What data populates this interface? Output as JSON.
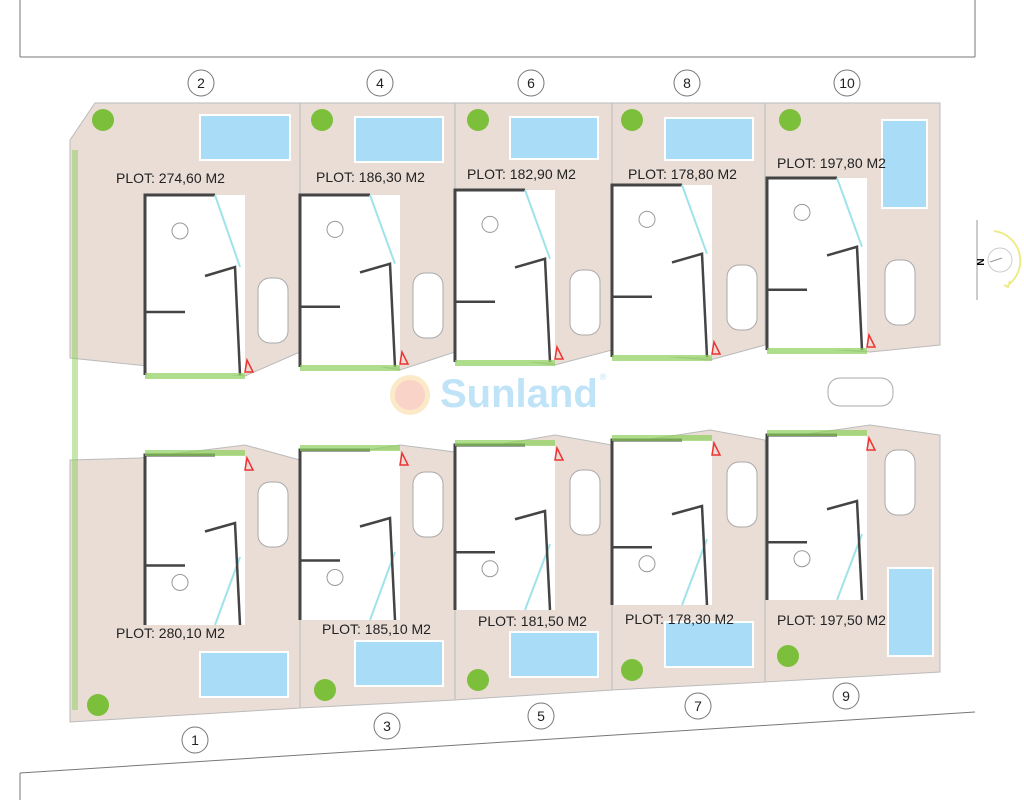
{
  "plots": [
    {
      "number": "2",
      "area": "PLOT: 274,60 M2"
    },
    {
      "number": "4",
      "area": "PLOT: 186,30 M2"
    },
    {
      "number": "6",
      "area": "PLOT: 182,90 M2"
    },
    {
      "number": "8",
      "area": "PLOT: 178,80 M2"
    },
    {
      "number": "10",
      "area": "PLOT: 197,80 M2"
    },
    {
      "number": "1",
      "area": "PLOT: 280,10 M2"
    },
    {
      "number": "3",
      "area": "PLOT: 185,10 M2"
    },
    {
      "number": "5",
      "area": "PLOT: 181,50 M2"
    },
    {
      "number": "7",
      "area": "PLOT: 178,30 M2"
    },
    {
      "number": "9",
      "area": "PLOT: 197,50 M2"
    }
  ],
  "north_label": "N",
  "logo": {
    "text": "Sunland",
    "reg": "®"
  },
  "colors": {
    "plot": "#e9ddd6",
    "pool": "#a8dcf7",
    "green": "#8ccf5a",
    "wall": "#444444"
  }
}
